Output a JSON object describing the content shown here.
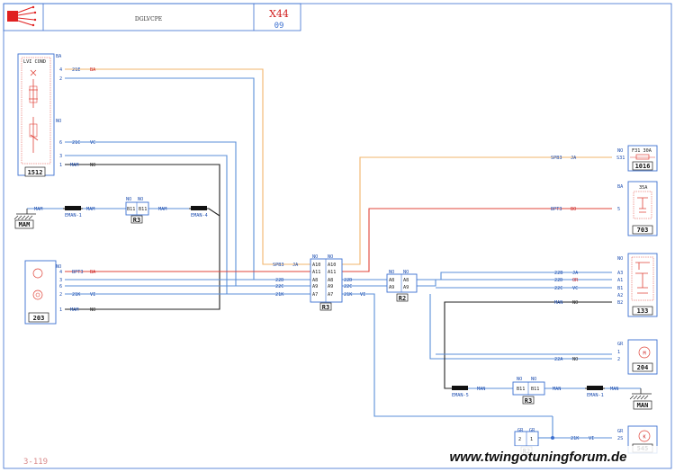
{
  "header": {
    "title": "DGLVCPE",
    "code": "X44",
    "sub": "09"
  },
  "page_number": "3-119",
  "watermark": "www.twingotuningforum.de",
  "colors": {
    "frame": "#3b6fd0",
    "orange_wire": "#f2b46b",
    "red_wire": "#e0443a",
    "blue_wire": "#5b8fd8",
    "black_wire": "#222222"
  },
  "components": {
    "c1512": {
      "num": "1512",
      "label": "LVI COND",
      "pins": [
        "BA",
        "4",
        "2",
        "NO",
        "6",
        "3",
        "1"
      ]
    },
    "c203": {
      "num": "203",
      "pins": [
        "NO",
        "4",
        "3",
        "6",
        "2",
        "1"
      ]
    },
    "c1016": {
      "num": "1016",
      "label": "F31 30A",
      "pins": [
        "NO",
        "S31"
      ]
    },
    "c703": {
      "num": "703",
      "label": "35A",
      "pins": [
        "BA",
        "5"
      ]
    },
    "c133": {
      "num": "133",
      "pins": [
        "NO",
        "A3",
        "A1",
        "A2",
        "B1",
        "B2"
      ]
    },
    "c204": {
      "num": "204",
      "pins": [
        "GR",
        "1",
        "2"
      ]
    },
    "c545": {
      "num": "545",
      "pins": [
        "GR",
        "2S"
      ]
    },
    "mam": {
      "num": "MAM"
    },
    "man": {
      "num": "MAN"
    }
  },
  "connectors": {
    "r3_top": {
      "tag": "R3",
      "pins": [
        "NO",
        "NO",
        "B11",
        "B11"
      ]
    },
    "r3_mid": {
      "tag": "R3",
      "pins": [
        "NO",
        "NO",
        "A10",
        "A11",
        "A8",
        "A9",
        "A7",
        "A10",
        "A11",
        "A8",
        "A9",
        "A7"
      ]
    },
    "r2": {
      "tag": "R2",
      "pins": [
        "NO",
        "NO",
        "A8",
        "A9",
        "A8",
        "A9"
      ]
    },
    "r3_bot": {
      "tag": "R3",
      "pins": [
        "NO",
        "NO",
        "B11",
        "B11"
      ]
    },
    "r2_bot": {
      "tag": "R2",
      "pins": [
        "GR",
        "GR",
        "2",
        "1"
      ]
    }
  },
  "wire_labels": {
    "w21e": "21E",
    "w21c_top": "21C",
    "w21c": "21C",
    "w21k": "21K",
    "w21k_mid": "21K",
    "w21k_bot": "21K",
    "w22d": "22D",
    "w22c": "22C",
    "w22d_r": "22D",
    "w22c_r": "22C",
    "w22b": "22B",
    "w22d_133": "22D",
    "w22c_133": "22C",
    "w22a": "22A",
    "spb3": "SPB3",
    "spb3_top": "SPB3",
    "bpt3": "BPT3",
    "bpt3_top": "BPT3",
    "mam_a": "MAM",
    "mam_b": "MAM",
    "mam_c": "MAM",
    "mam_d": "MAM",
    "man_a": "MAN",
    "man_b": "MAN",
    "man_c": "MAN",
    "man_d": "MAN",
    "eman1": "EMAN-1",
    "eman4": "EMAN-4",
    "eman5": "EMAN-5",
    "eman1_r": "EMAN-1",
    "c_ba": "BA",
    "c_vc": "VC",
    "c_vi": "VI",
    "c_no": "NO",
    "c_ja": "JA",
    "c_bo": "BO",
    "c_or": "OR"
  }
}
